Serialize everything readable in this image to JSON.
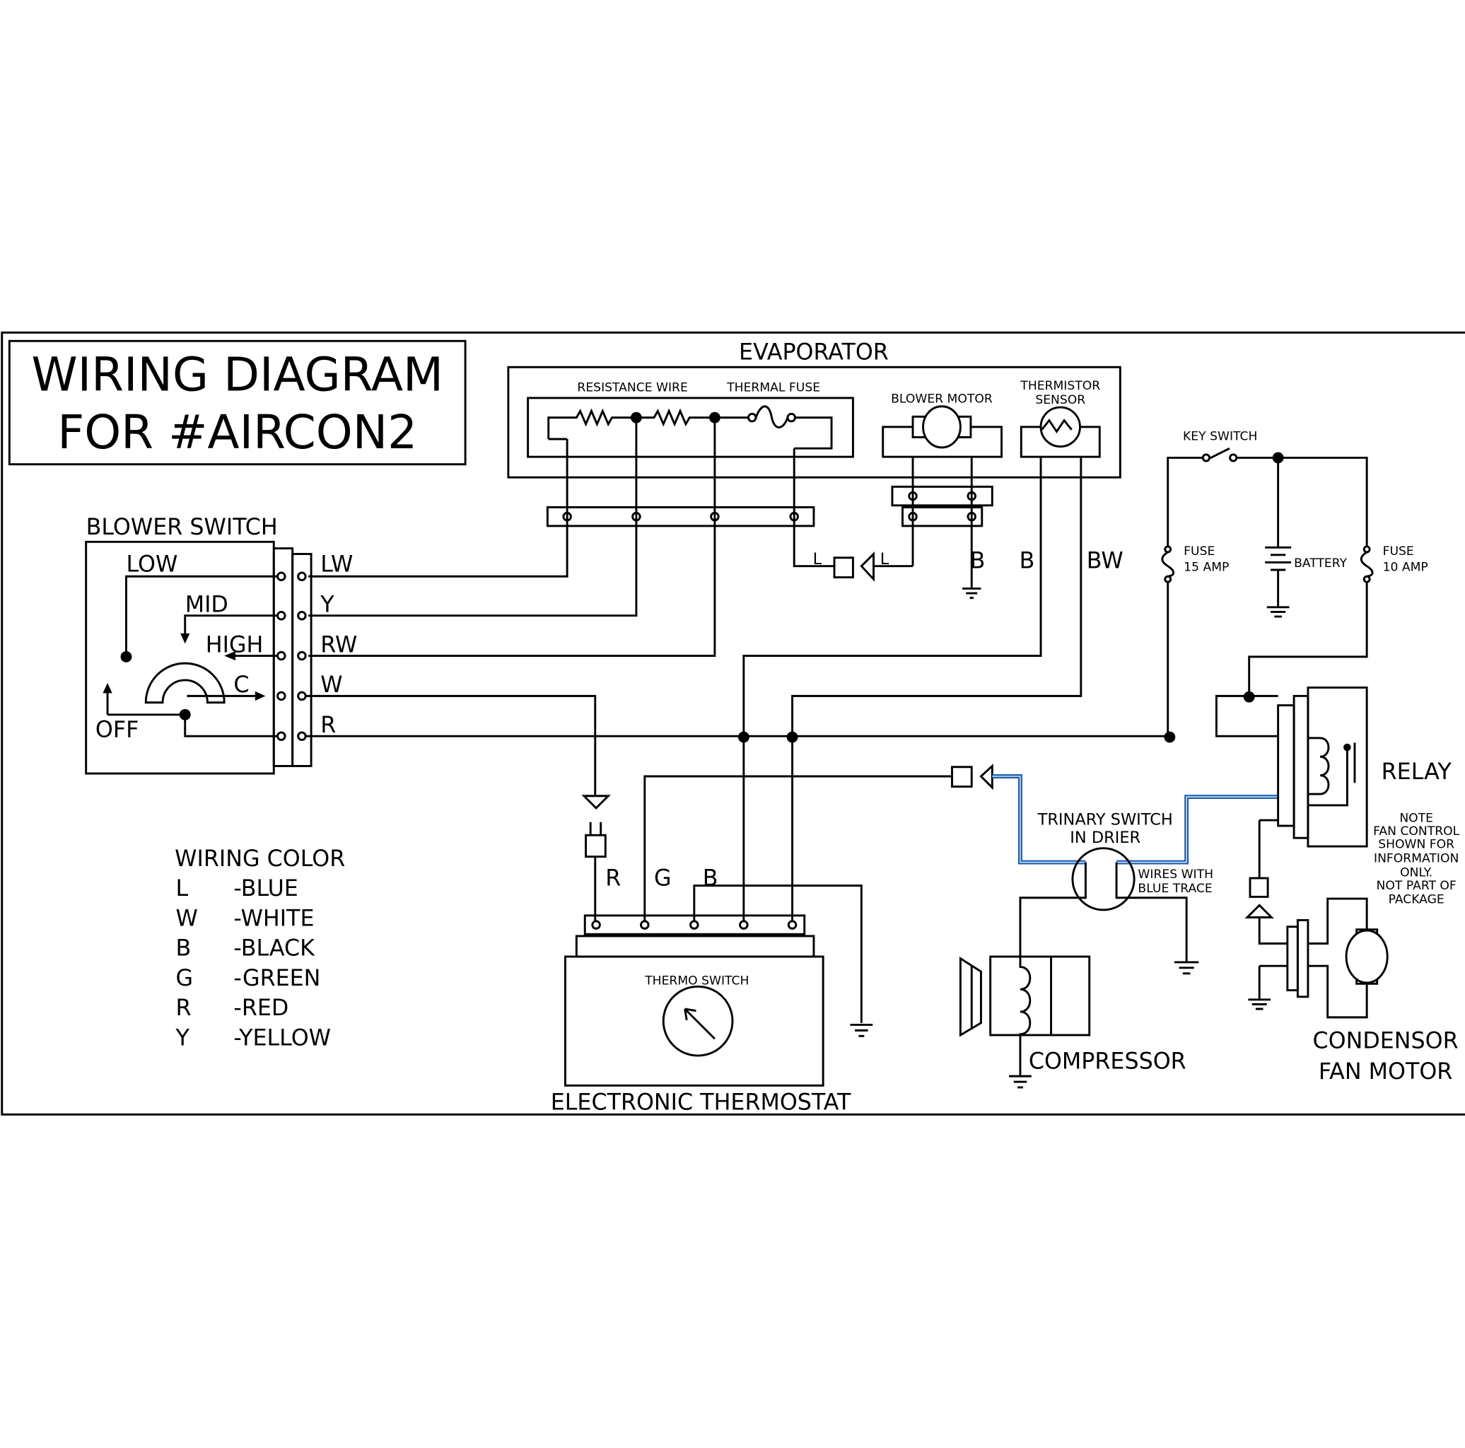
{
  "title": {
    "line1": "WIRING DIAGRAM",
    "line2": "FOR #AIRCON2"
  },
  "evaporator": {
    "label": "EVAPORATOR",
    "resistance_wire": "RESISTANCE WIRE",
    "thermal_fuse": "THERMAL FUSE",
    "blower_motor": "BLOWER MOTOR",
    "thermistor_line1": "THERMISTOR",
    "thermistor_line2": "SENSOR"
  },
  "wire_labels": {
    "b1": "B",
    "b2": "B",
    "bw": "BW",
    "l1": "L",
    "l2": "L",
    "r": "R",
    "g": "G",
    "b3": "B"
  },
  "blower_switch": {
    "label": "BLOWER SWITCH",
    "positions": {
      "low": "LOW",
      "mid": "MID",
      "high": "HIGH",
      "c": "C",
      "off": "OFF"
    },
    "terminals": [
      "LW",
      "Y",
      "RW",
      "W",
      "R"
    ]
  },
  "key_switch": "KEY SWITCH",
  "fuse15": {
    "line1": "FUSE",
    "line2": "15 AMP"
  },
  "fuse10": {
    "line1": "FUSE",
    "line2": "10 AMP"
  },
  "battery": "BATTERY",
  "relay": "RELAY",
  "note": [
    "NOTE",
    "FAN CONTROL",
    "SHOWN FOR",
    "INFORMATION",
    "ONLY.",
    "NOT PART OF",
    "PACKAGE"
  ],
  "trinary": {
    "line1": "TRINARY SWITCH",
    "line2": "IN DRIER",
    "wires1": "WIRES WITH",
    "wires2": "BLUE TRACE"
  },
  "compressor": "COMPRESSOR",
  "condensor": {
    "line1": "CONDENSOR",
    "line2": "FAN MOTOR"
  },
  "thermostat": {
    "label": "ELECTRONIC THERMOSTAT",
    "switch": "THERMO SWITCH"
  },
  "wiring_color": {
    "title": "WIRING COLOR",
    "items": [
      {
        "code": "L",
        "name": "-BLUE"
      },
      {
        "code": "W",
        "name": "-WHITE"
      },
      {
        "code": "B",
        "name": "-BLACK"
      },
      {
        "code": "G",
        "name": "-GREEN"
      },
      {
        "code": "R",
        "name": "-RED"
      },
      {
        "code": "Y",
        "name": "-YELLOW"
      }
    ]
  },
  "colors": {
    "blue_trace": "#1c5fae",
    "line": "#000000"
  }
}
